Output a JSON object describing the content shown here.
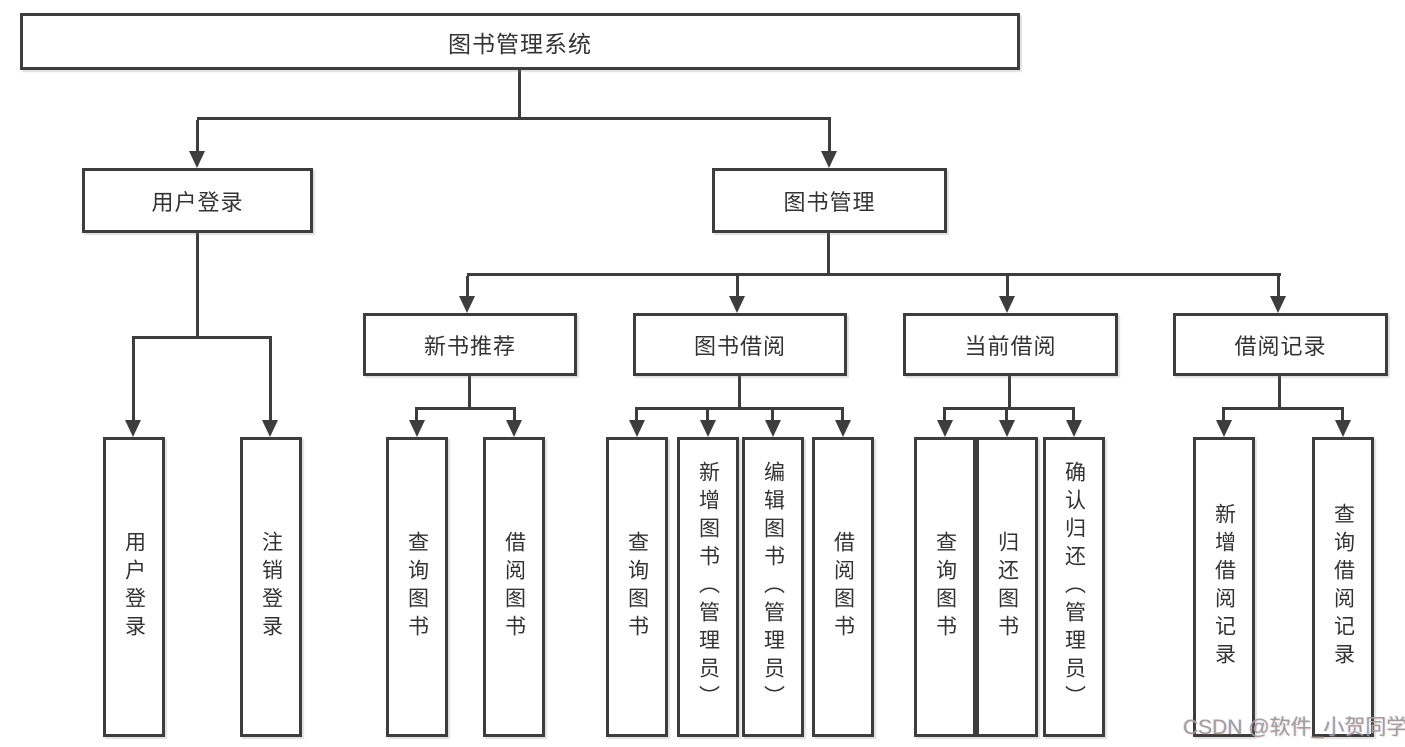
{
  "diagram": {
    "title": "图书管理系统",
    "tree": {
      "root": "图书管理系统",
      "level2": [
        "用户登录",
        "图书管理"
      ],
      "level3": [
        "新书推荐",
        "图书借阅",
        "当前借阅",
        "借阅记录"
      ],
      "leaves": [
        "用户登录",
        "注销登录",
        "查询图书",
        "借阅图书",
        "查询图书",
        "新增图书（管理员）",
        "编辑图书（管理员）",
        "借阅图书",
        "查询图书",
        "归还图书",
        "确认归还（管理员）",
        "新增借阅记录",
        "查询借阅记录"
      ]
    },
    "hierarchy": {
      "图书管理系统": {
        "用户登录": [
          "用户登录",
          "注销登录"
        ],
        "图书管理": {
          "新书推荐": [
            "查询图书",
            "借阅图书"
          ],
          "图书借阅": [
            "查询图书",
            "新增图书（管理员）",
            "编辑图书（管理员）",
            "借阅图书"
          ],
          "当前借阅": [
            "查询图书",
            "归还图书",
            "确认归还（管理员）"
          ],
          "借阅记录": [
            "新增借阅记录",
            "查询借阅记录"
          ]
        }
      }
    },
    "colors": {
      "line": "#3d3d3d",
      "node_border": "#3d3d3d",
      "node_fill": "#ffffff",
      "text": "#333333",
      "watermark_text": "#9e9e9e",
      "background": "#ffffff"
    }
  },
  "watermark": {
    "text": "CSDN @软件_小贺同学"
  }
}
